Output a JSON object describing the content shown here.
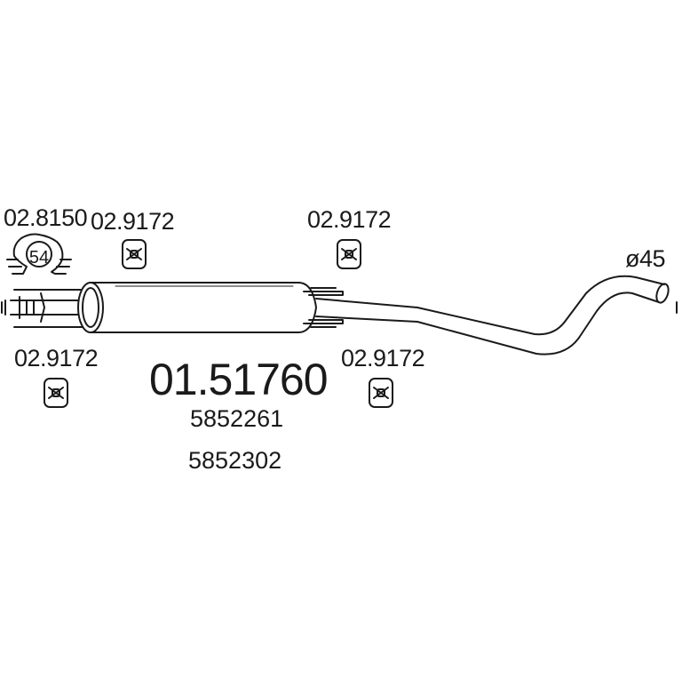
{
  "main_part": "01.51760",
  "oem_numbers": [
    "5852261",
    "5852302"
  ],
  "clamp": {
    "part": "02.8150",
    "size": "54"
  },
  "hangers": [
    {
      "part": "02.9172"
    },
    {
      "part": "02.9172"
    },
    {
      "part": "02.9172"
    },
    {
      "part": "02.9172"
    }
  ],
  "outlet_diameter": "ø45",
  "colors": {
    "line": "#1a1a1a",
    "background": "#ffffff"
  }
}
